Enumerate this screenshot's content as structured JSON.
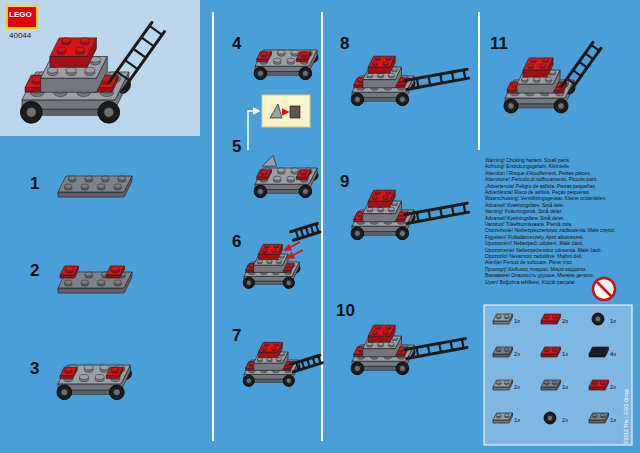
{
  "diagram": {
    "labels": [
      "LEGO",
      "40044",
      "1",
      "2",
      "3",
      "4",
      "5",
      "6",
      "7",
      "8",
      "9",
      "10",
      "11",
      "Warning! Choking hazard. Small parts.",
      "Achtung! Erstickungsgefahr. Kleinteile.",
      "Attention ! Risque d'étouffement. Petites pièces.",
      "Attenzione! Pericolo di soffocamento. Piccole parti.",
      "¡Advertencia! Peligro de asfixia. Piezas pequeñas.",
      "Advertência! Risco de asfixia. Peças pequenas.",
      "Waarschuwing! Verstikkingsgevaar. Kleine onderdelen.",
      "Advarsel! Kvælningsfare. Små dele.",
      "Varning! Kvävningsrisk. Små delar.",
      "Advarsel! Kvelningsfare. Små deler.",
      "Varoitus! Tukehtumisvaara. Pieniä osia.",
      "Ostrzeżenie! Niebezpieczeństwo zadławienia. Małe części.",
      "Figyelem! Fulladásveszély. Apró alkatrészek.",
      "Upozornění! Nebezpečí udušení. Malé části.",
      "Upozornenie! Nebezpečenstvo udusenia. Malé časti.",
      "Opozorilo! Nevarnost zadušitve. Majhni deli.",
      "Atenție! Pericol de sufocare. Piese mici.",
      "Προσοχή! Κίνδυνος πνιγμού. Μικρά κομμάτια.",
      "Внимание! Опасность удушья. Мелкие детали.",
      "Uyarı! Boğulma tehlikesi. Küçük parçalar.",
      "1x",
      "2x",
      "1x",
      "2x",
      "1x",
      "4x",
      "2x",
      "1x",
      "2x",
      "1x",
      "2x",
      "1x",
      "©2012 The LEGO Group"
    ]
  }
}
